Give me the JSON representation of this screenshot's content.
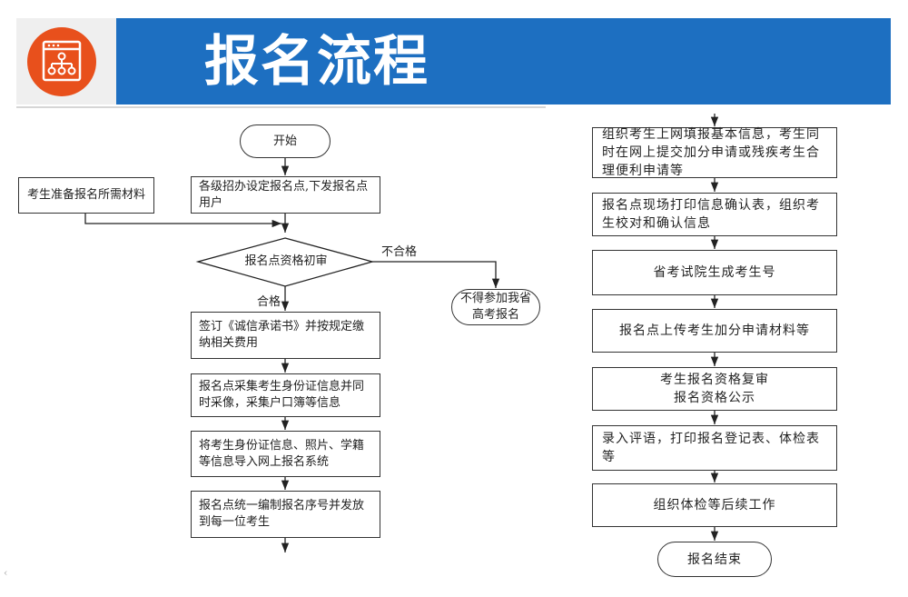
{
  "header": {
    "title": "报名流程",
    "icon": "flowchart-icon",
    "colors": {
      "bar": "#1d6fc1",
      "icon_circle": "#e8501c",
      "icon_panel": "#efefef"
    }
  },
  "left_flow": {
    "start": "开始",
    "prep_materials": "考生准备报名所需材料",
    "step1": "各级招办设定报名点,下发报名点用户",
    "decision": "报名点资格初审",
    "fail_label": "不合格",
    "fail_result": "不得参加我省高考报名",
    "pass_label": "合格",
    "step2": "签订《诚信承诺书》并按规定缴纳相关费用",
    "step3": "报名点采集考生身份证信息并同时采像，采集户口簿等信息",
    "step4": "将考生身份证信息、照片、学籍等信息导入网上报名系统",
    "step5": "报名点统一编制报名序号并发放到每一位考生"
  },
  "right_flow": {
    "step6": "组织考生上网填报基本信息，考生同时在网上提交加分申请或残疾考生合理便利申请等",
    "step7": "报名点现场打印信息确认表，组织考生校对和确认信息",
    "step8": "省考试院生成考生号",
    "step9": "报名点上传考生加分申请材料等",
    "step10": "考生报名资格复审\n报名资格公示",
    "step11": "录入评语，打印报名登记表、体检表等",
    "step12": "组织体检等后续工作",
    "end": "报名结束"
  }
}
